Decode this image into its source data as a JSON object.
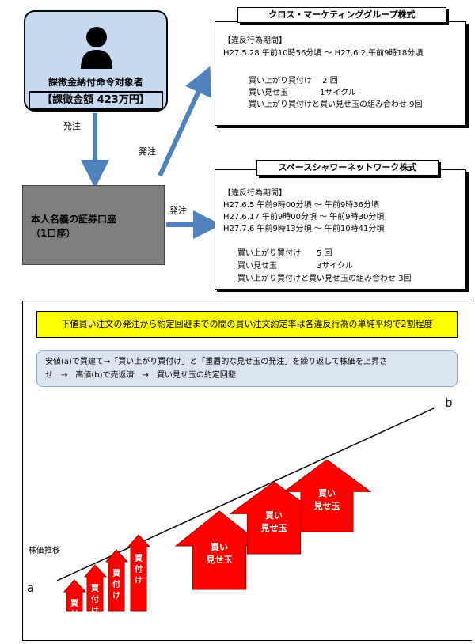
{
  "target": {
    "label": "課徴金納付命令対象者",
    "fine": "【課徴金額  423万円】",
    "icon": "person-icon"
  },
  "account": {
    "line1": "本人名義の証券口座",
    "line2": "（1口座）"
  },
  "order_label_1": "発注",
  "order_label_2": "発注",
  "order_label_3": "発注",
  "group1": {
    "name": "クロス・マーケティンググループ株式",
    "period_heading": "【違反行為期間】",
    "period": "H27.5.28  午前10時56分頃 ～ H27.6.2  午前9時18分頃",
    "items": [
      "買い上がり買付け　 2 回",
      "買い見せ玉　　　　1サイクル",
      "買い上がり買付けと買い見せ玉の組み合わせ  9回"
    ]
  },
  "group2": {
    "name": "スペースシャワーネットワーク株式",
    "period_heading": "【違反行為期間】",
    "periods": [
      "H27.6.5   午前9時00分頃 ～  午前9時36分頃",
      "H27.6.17  午前9時00分頃 ～  午前9時30分頃",
      "H27.7.6   午前9時13分頃 ～  午前10時41分頃"
    ],
    "items": [
      "買い上がり買付け　　5 回",
      "買い見せ玉　　　　　3サイクル",
      "買い上がり買付けと買い見せ玉の組み合わせ  3回"
    ]
  },
  "banner": "下値買い注文の発注から約定回避までの間の買い注文約定率は各違反行為の単純平均で2割程度",
  "scheme": {
    "line1": "安値(a)で買建て→「買い上がり買付け」と「重層的な見せ玉の発注」を繰り返して株価を上昇さ",
    "line2": "せ　→　高値(b)で売返済　→　買い見せ玉の約定回避"
  },
  "chart": {
    "trend_label": "株価推移",
    "start_label": "a",
    "end_label": "b",
    "buy_arrow_text": [
      "買",
      "付",
      "け"
    ],
    "spoof_text_1": "買い",
    "spoof_text_2": "見せ玉",
    "colors": {
      "arrow_fill": "#ff0000",
      "arrow_blue": "#4f81bd",
      "banner": "#ffff00"
    }
  }
}
